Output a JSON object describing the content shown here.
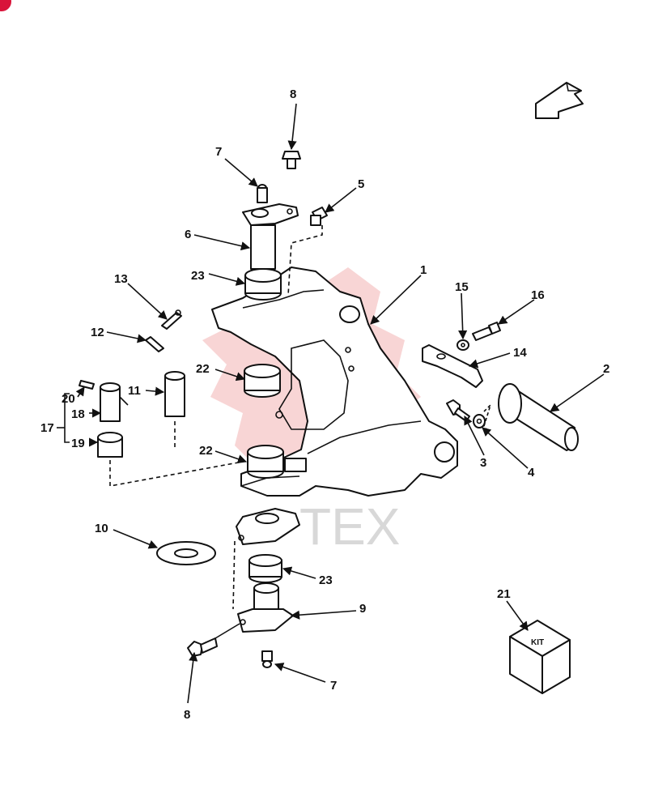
{
  "diagram": {
    "callouts": [
      "1",
      "2",
      "3",
      "4",
      "5",
      "6",
      "7",
      "8",
      "9",
      "10",
      "11",
      "12",
      "13",
      "14",
      "15",
      "16",
      "17",
      "18",
      "19",
      "20",
      "21",
      "22",
      "23"
    ],
    "kit_label": "KIT",
    "watermark_text": "TEX",
    "colors": {
      "line": "#111111",
      "watermark": "#f2b3b3",
      "badge": "#d9143a"
    }
  }
}
